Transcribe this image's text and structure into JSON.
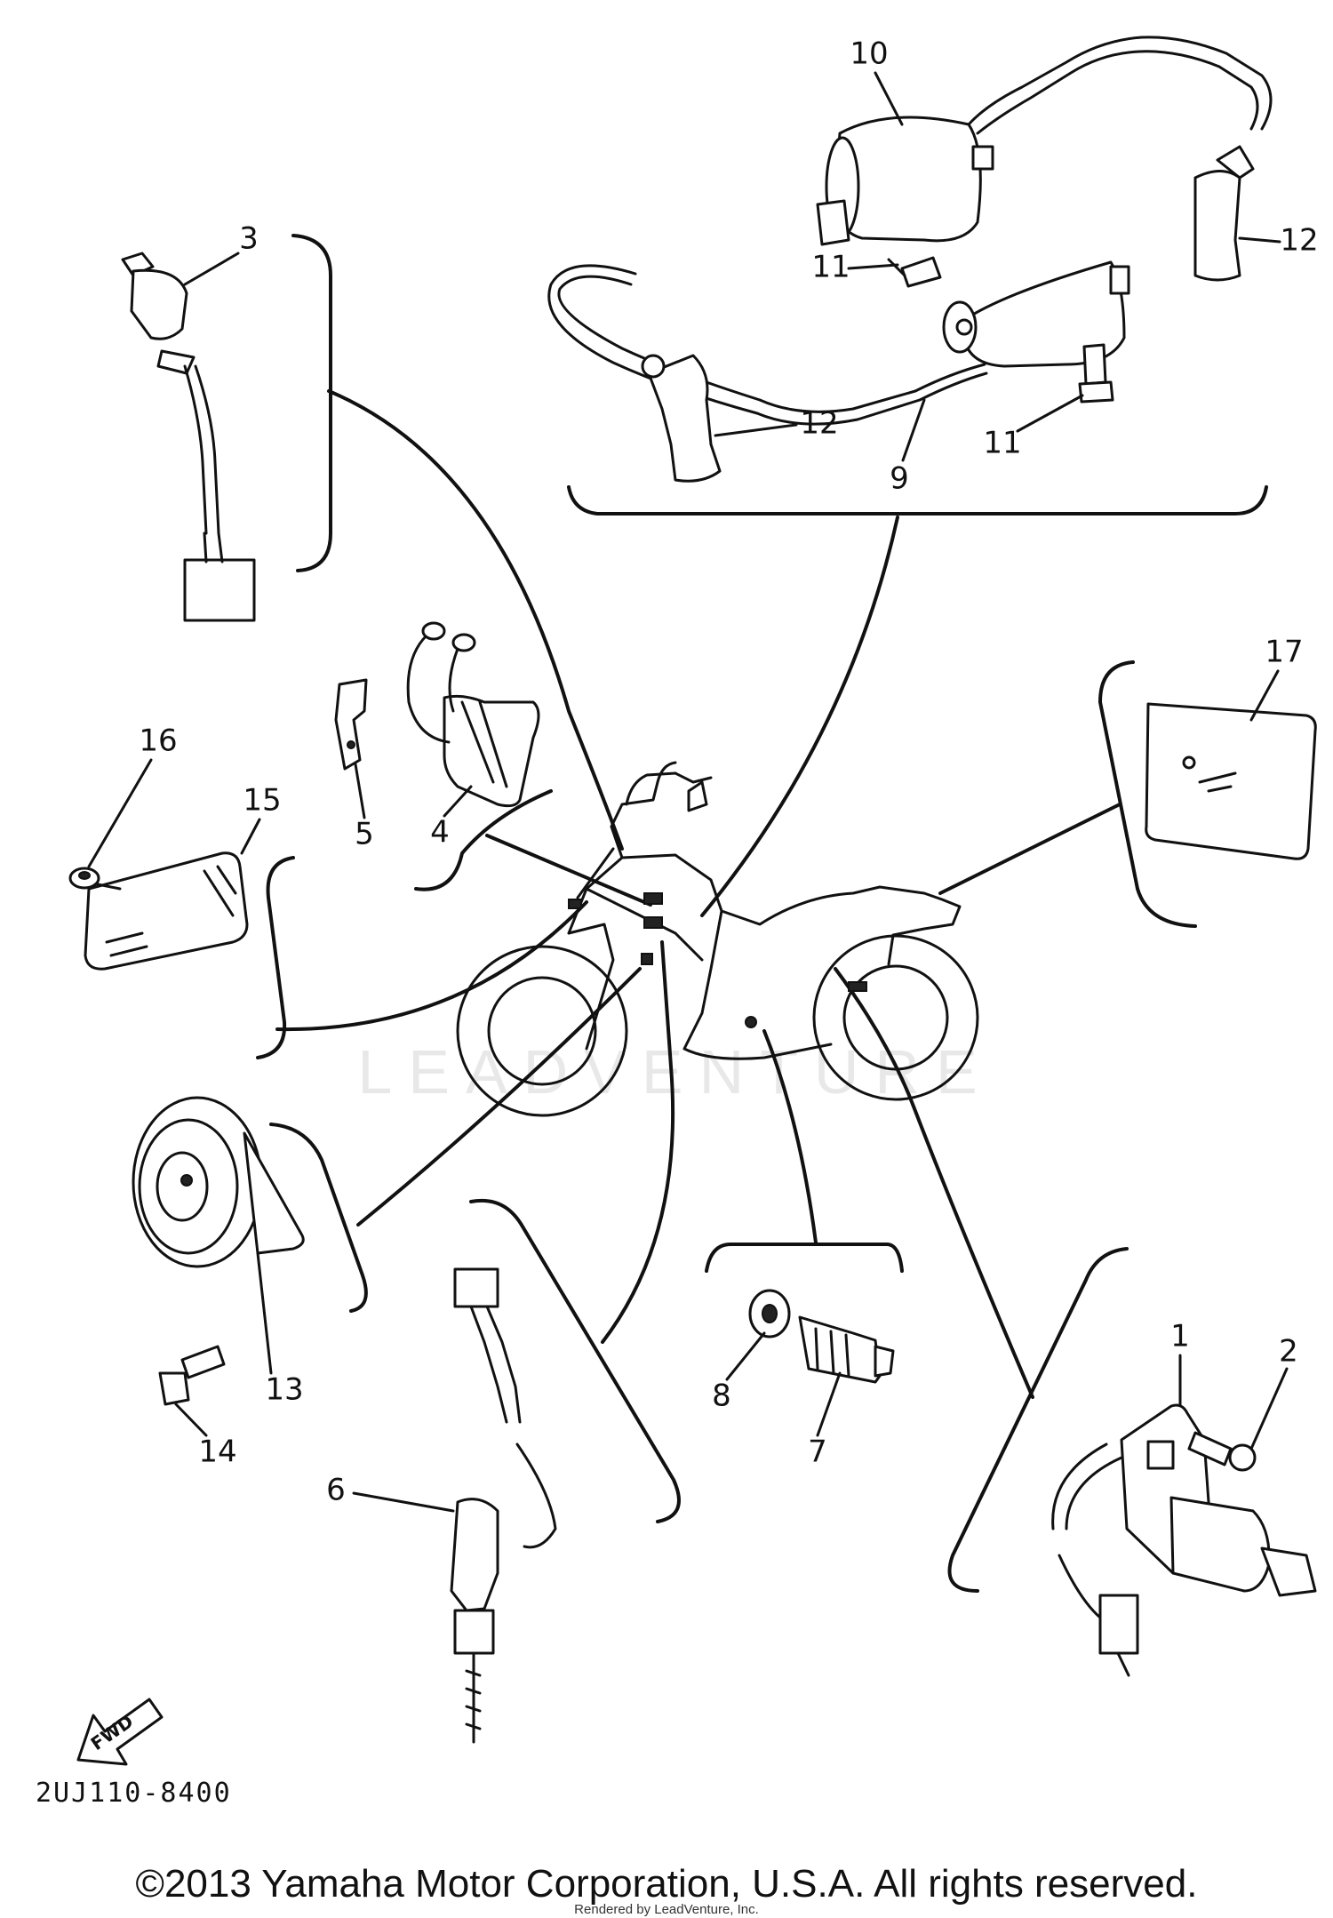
{
  "diagram_code": "2UJ110-8400",
  "copyright": "©2013 Yamaha Motor Corporation, U.S.A. All rights reserved.",
  "rendered_by": "Rendered by LeadVenture, Inc.",
  "watermark": "LEADVENTURE",
  "fwd_label": "FWD",
  "callouts": [
    "1",
    "2",
    "3",
    "4",
    "5",
    "6",
    "7",
    "8",
    "9",
    "10",
    "11",
    "11",
    "12",
    "12",
    "13",
    "14",
    "15",
    "16",
    "17"
  ],
  "parts": [
    {
      "ref": "1",
      "icon": "main-switch-icon"
    },
    {
      "ref": "2",
      "icon": "screw-icon"
    },
    {
      "ref": "3",
      "icon": "brake-switch-icon"
    },
    {
      "ref": "4",
      "icon": "relay-icon"
    },
    {
      "ref": "5",
      "icon": "bracket-icon"
    },
    {
      "ref": "6",
      "icon": "rear-brake-switch-icon"
    },
    {
      "ref": "7",
      "icon": "neutral-switch-icon"
    },
    {
      "ref": "8",
      "icon": "gasket-icon"
    },
    {
      "ref": "9",
      "icon": "ignition-coil-icon"
    },
    {
      "ref": "10",
      "icon": "ignition-coil-icon"
    },
    {
      "ref": "11",
      "icon": "bolt-icon"
    },
    {
      "ref": "12",
      "icon": "spark-plug-cap-icon"
    },
    {
      "ref": "13",
      "icon": "horn-icon"
    },
    {
      "ref": "14",
      "icon": "bolt-icon"
    },
    {
      "ref": "15",
      "icon": "reflector-icon"
    },
    {
      "ref": "16",
      "icon": "nut-icon"
    },
    {
      "ref": "17",
      "icon": "reflector-icon"
    }
  ]
}
